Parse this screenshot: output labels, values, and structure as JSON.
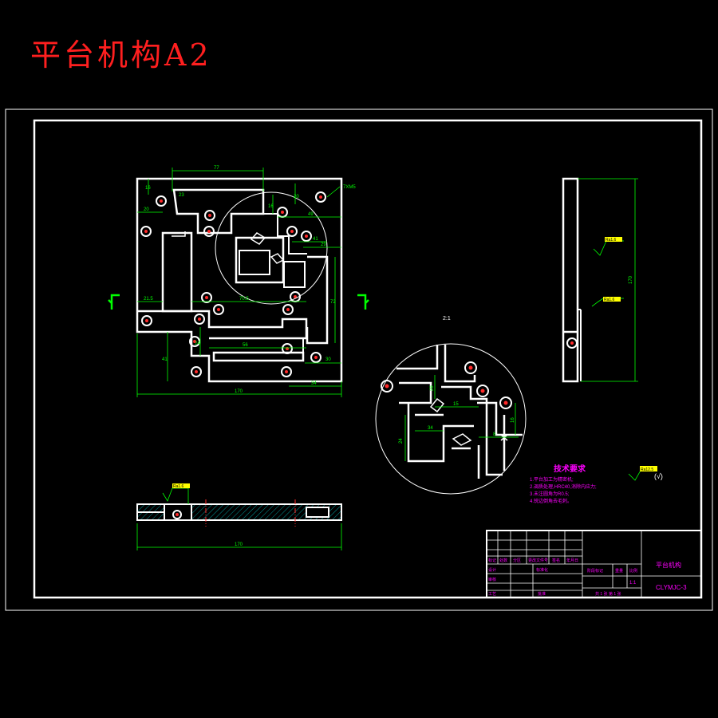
{
  "title": "平台机构A2",
  "plan_dims": {
    "top_77": "77",
    "right_20": "20",
    "left_20": "20",
    "left_16": "16",
    "mid_16": "16",
    "mid_23": "23",
    "right_49": "49",
    "right_41": "41",
    "right_29": "29",
    "left_21": "21.5",
    "mid_70": "70.5",
    "right_72": "72",
    "mid_24": "24",
    "mid_56": "56",
    "left_41": "41",
    "right_30": "30",
    "bottom_34": "34",
    "overall_170": "170",
    "hole_note": "7XM5"
  },
  "detail": {
    "scale": "2:1",
    "d15": "15",
    "d24": "24",
    "d34": "34",
    "d29": "29",
    "d8": "8",
    "d16": "16"
  },
  "side_dims": {
    "height": "170"
  },
  "bottom_dims": {
    "overall": "170"
  },
  "roughness": {
    "plan": "Ra1.6",
    "side_top": "Ra1.6",
    "side_bottom": "Ra1.6",
    "general": "Ra12.5",
    "general_note": "(√)"
  },
  "tech_req": {
    "heading": "技术要求",
    "items": [
      "1.平台加工为精密机;",
      "2.调质处理,HRC40,消除内应力;",
      "3.未注圆角为R0.5;",
      "4.锐边倒角去毛刺。"
    ]
  },
  "title_block": {
    "part_name": "平台机构",
    "drawing_no": "CLYMJC-3",
    "scale_value": "1:1",
    "sheet_info": "共 1 张  第 1 张",
    "row_labels": [
      "标记",
      "设计",
      "审核",
      "工艺"
    ],
    "header_cells": [
      "处数",
      "分区",
      "更改文件号",
      "签名",
      "年月日"
    ],
    "std_label": "标准化",
    "approve_label": "批准",
    "stage_label": "阶段标记",
    "weight_label": "重量",
    "scale_label": "比例"
  },
  "colors": {
    "frame": "#ffffff",
    "dimension": "#00ff00",
    "note": "#ff00ff",
    "highlight": "#ffff00",
    "centerline": "#ff0000"
  }
}
